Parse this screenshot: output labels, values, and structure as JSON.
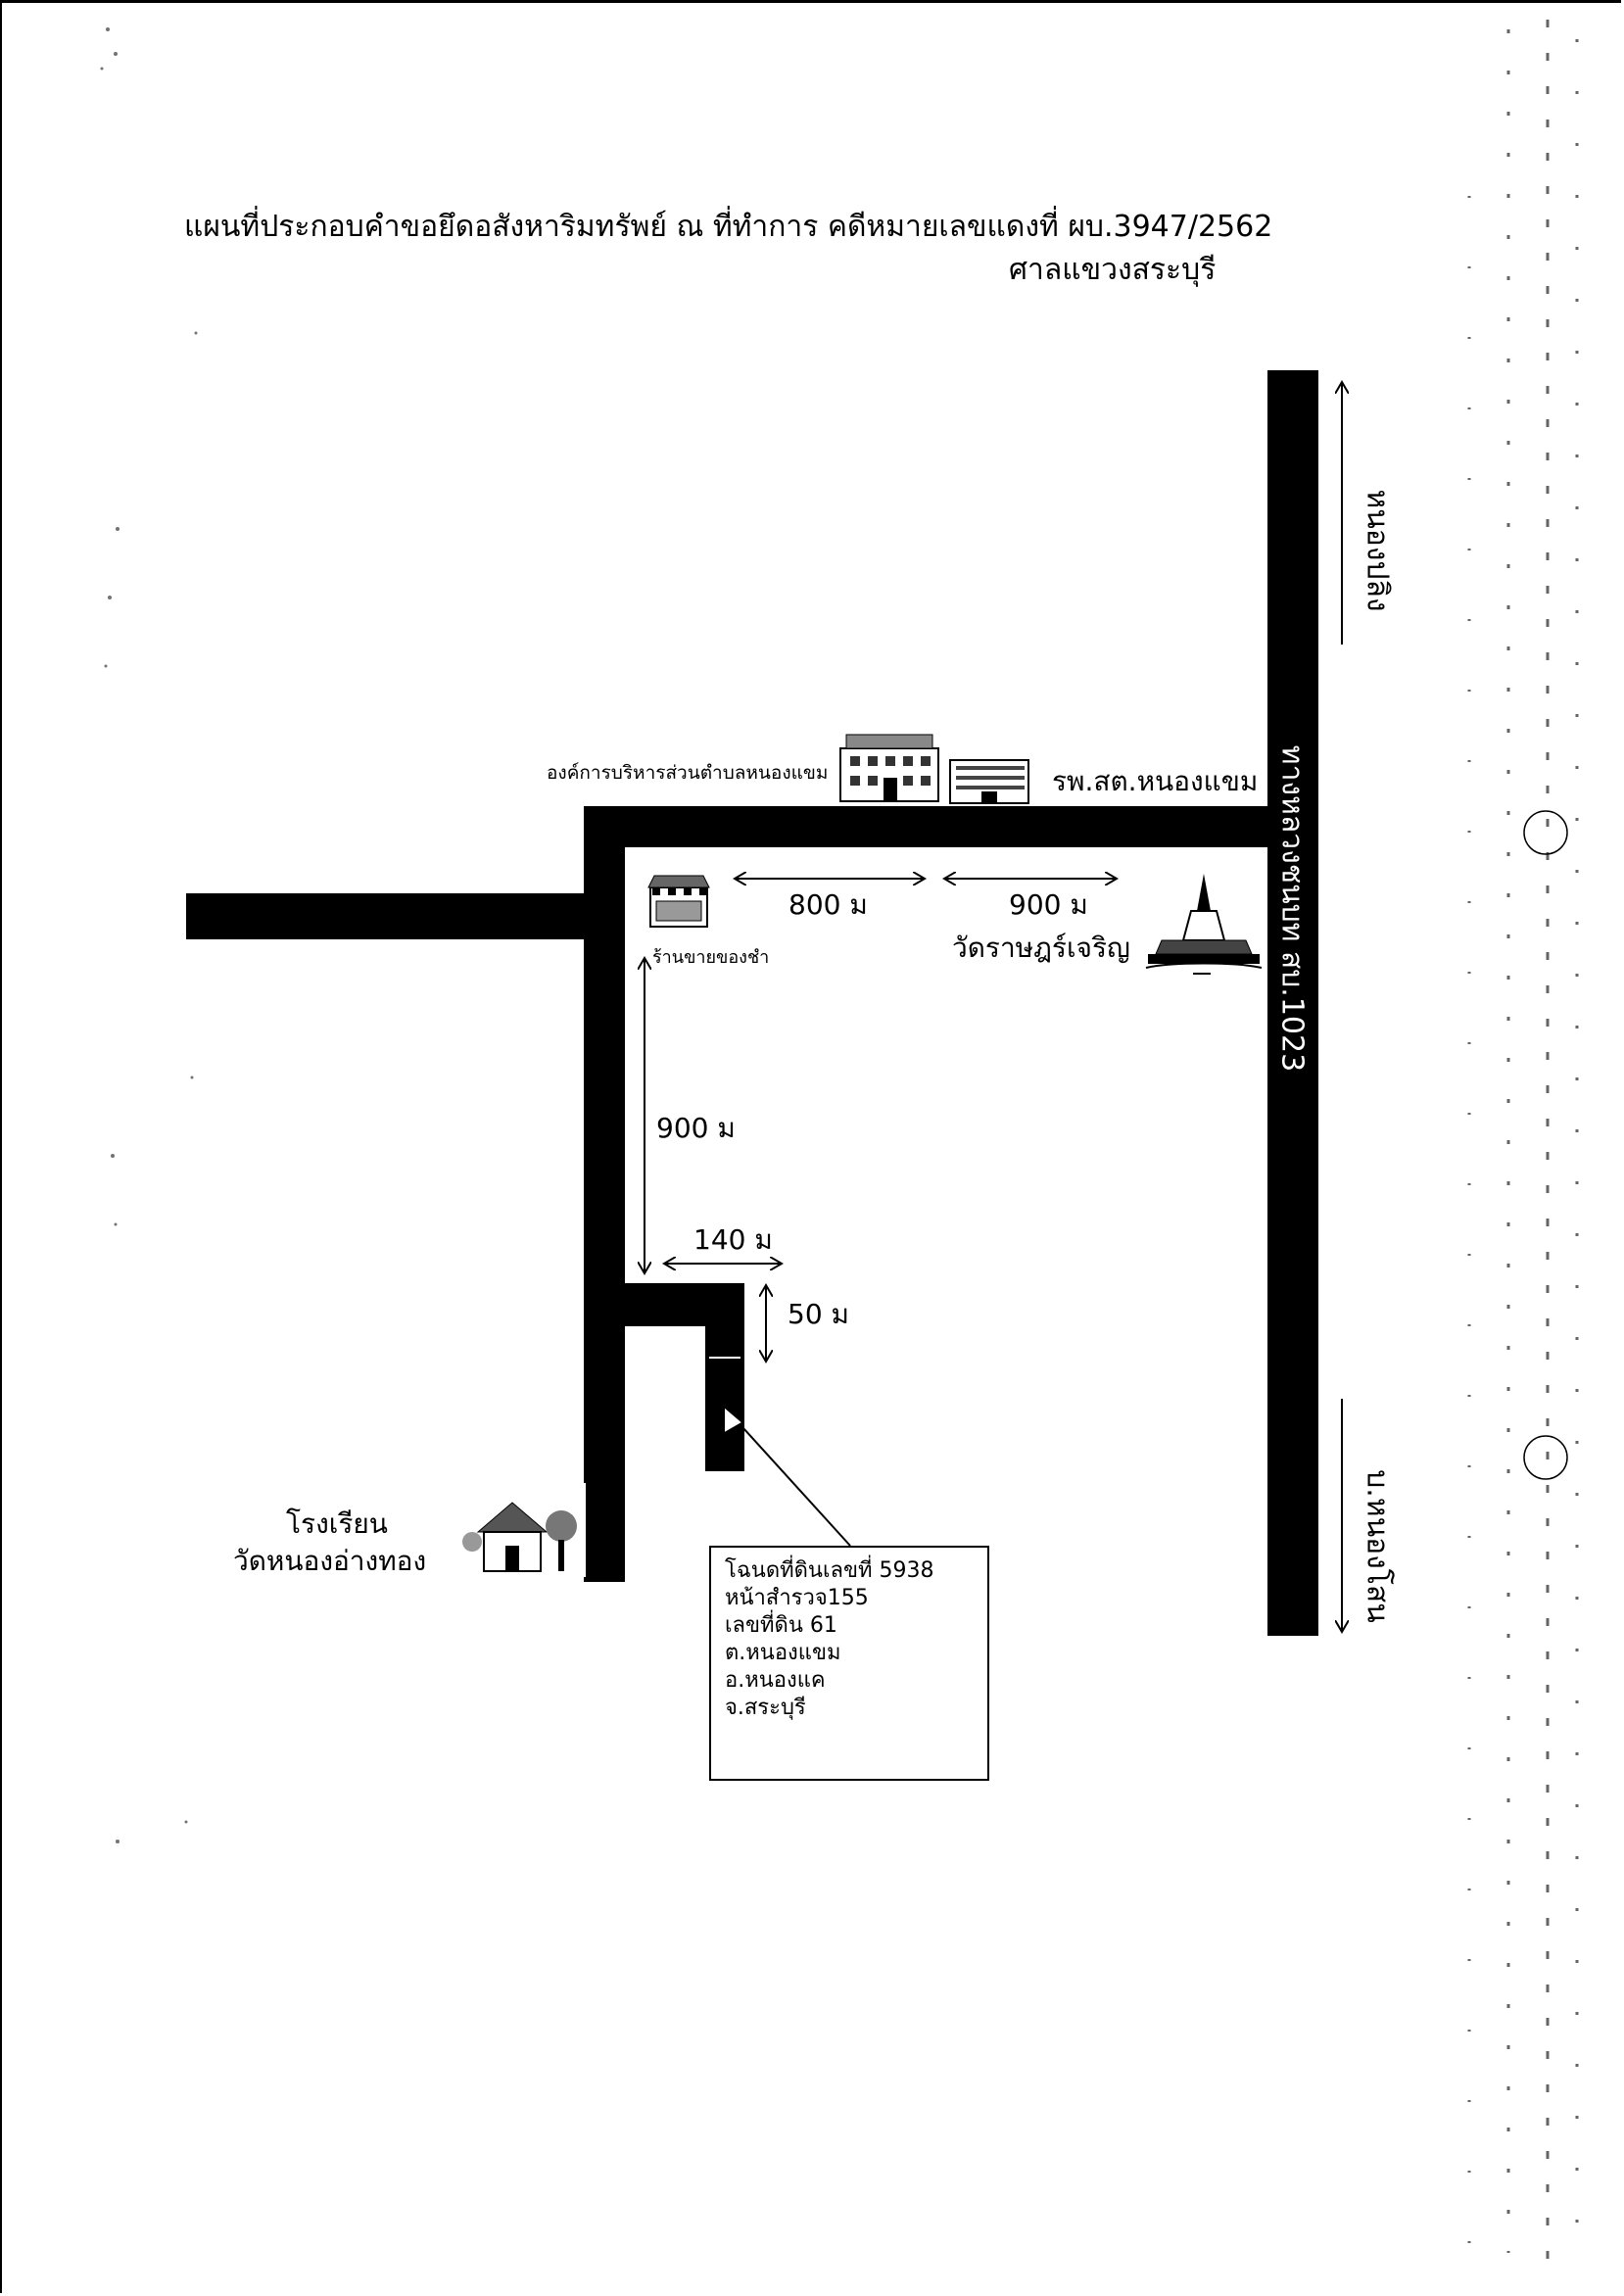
{
  "title": "แผนที่ประกอบคำขอยึดอสังหาริมทรัพย์ ณ ที่ทำการ คดีหมายเลขแดงที่ ผบ.3947/2562",
  "court": "ศาลแขวงสระบุรี",
  "highway": "ทางหลวงชนบท สบ.1023",
  "directions": {
    "north": "หนองปลิง",
    "south": "บ.หนองโสน"
  },
  "places": {
    "sao": "องค์การบริหารส่วนตำบลหนองแขม",
    "hospital": "รพ.สต.หนองแขม",
    "shop": "ร้านขายของชำ",
    "temple": "วัดราษฎร์เจริญ",
    "school_line1": "โรงเรียน",
    "school_line2": "วัดหนองอ่างทอง"
  },
  "distances": {
    "d1": "800 ม",
    "d2": "900 ม",
    "d3": "900 ม",
    "d4": "140 ม",
    "d5": "50 ม"
  },
  "deed": {
    "line1": "โฉนดที่ดินเลขที่ 5938",
    "line2": "หน้าสำรวจ155",
    "line3": "เลขที่ดิน 61",
    "line4": "ต.หนองแขม",
    "line5": "อ.หนองแค",
    "line6": "จ.สระบุรี"
  },
  "icons": {
    "sao": "government-building-icon",
    "hospital": "hospital-icon",
    "shop": "shop-icon",
    "temple": "temple-icon",
    "school": "school-icon",
    "parcel": "land-parcel-marker-icon"
  }
}
